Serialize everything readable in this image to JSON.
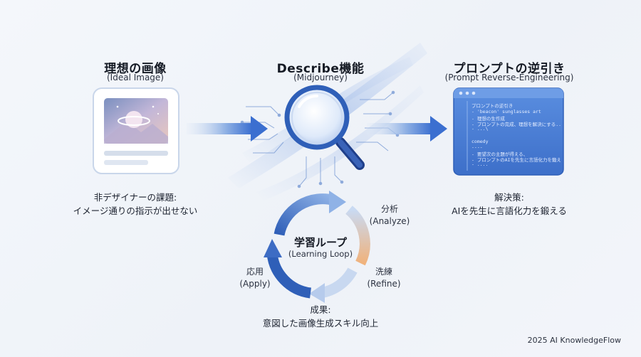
{
  "sections": {
    "ideal": {
      "title": "理想の画像",
      "subtitle": "(Ideal Image)",
      "caption_line1": "非デザイナーの課題:",
      "caption_line2": "イメージ通りの指示が出せない"
    },
    "describe": {
      "title": "Describe機能",
      "subtitle": "(Midjourney)"
    },
    "reverse": {
      "title": "プロンプトの逆引き",
      "subtitle": "(Prompt Reverse-Engineering)",
      "caption_line1": "解決策:",
      "caption_line2": "AIを先生に言語化力を鍛える"
    }
  },
  "code_window": {
    "lines": [
      "プロンプトの逆引き",
      "- 'beacon' sunglasses art",
      "- 理想の生作成",
      "- プロンプトの完成、理想を解決にする...",
      "- ...\\",
      "comedy",
      "----",
      "- 要望次の主題が得える、",
      "- プロンプトのAIを先生に言語化力を鍛える",
      "- ...."
    ]
  },
  "loop": {
    "title": "学習ループ",
    "subtitle": "(Learning Loop)",
    "steps": {
      "analyze": {
        "label": "分析",
        "sub": "(Analyze)"
      },
      "refine": {
        "label": "洗練",
        "sub": "(Refine)"
      },
      "apply": {
        "label": "応用",
        "sub": "(Apply)"
      }
    },
    "result_line1": "成果:",
    "result_line2": "意図した画像生成スキル向上"
  },
  "footer": {
    "credit": "2025 AI KnowledgeFlow"
  },
  "colors": {
    "accent_blue": "#3b6fd0",
    "arrow_light": "#cfdcf1",
    "loop_orange": "#f2b27a",
    "window_bg": "#4a7fd6"
  }
}
